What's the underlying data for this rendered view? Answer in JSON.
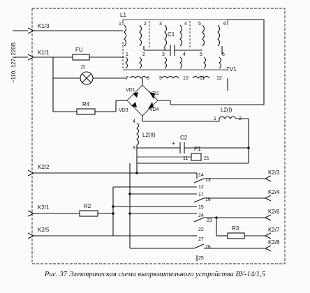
{
  "supply_label": "~110, 127, 220В",
  "connectors": {
    "k13": "K1/3",
    "k11": "K1/1",
    "k22": "K2/2",
    "k21": "K2/1",
    "k25": "K2/5",
    "k23": "K2/3",
    "k24": "K2/4",
    "k26": "K2/6",
    "k27": "K2/7",
    "k28": "K2/8"
  },
  "components": {
    "l1": "L1",
    "c1": "C1",
    "fu": "FU",
    "tv1": "TV1",
    "lamp": "Л",
    "r4": "R4",
    "vd1": "VD1",
    "vd2": "VD2",
    "vd3": "VD3",
    "vd4": "VD4",
    "l2i": "L2(I)",
    "l2ii": "L2(II)",
    "c2": "C2",
    "p1": "P1",
    "r2": "R2",
    "r3": "R3",
    "plus": "+"
  },
  "pins": {
    "l1": [
      "1",
      "2",
      "3",
      "4",
      "5",
      "6"
    ],
    "tv_top": [
      "1",
      "2",
      "3",
      "4",
      "5",
      "6"
    ],
    "tv_bot": [
      "7",
      "8",
      "9",
      "10",
      "11",
      "12"
    ],
    "l2ii": [
      "4",
      "3"
    ],
    "l2i": [
      "1",
      "2"
    ],
    "contacts": [
      "11",
      "21",
      "14",
      "13",
      "12",
      "17",
      "16",
      "15",
      "24",
      "23",
      "22",
      "27",
      "26",
      "25"
    ]
  },
  "caption": "Рис. 37 Электрическая схема выпрямительного устройства ВУ-14/1,5"
}
